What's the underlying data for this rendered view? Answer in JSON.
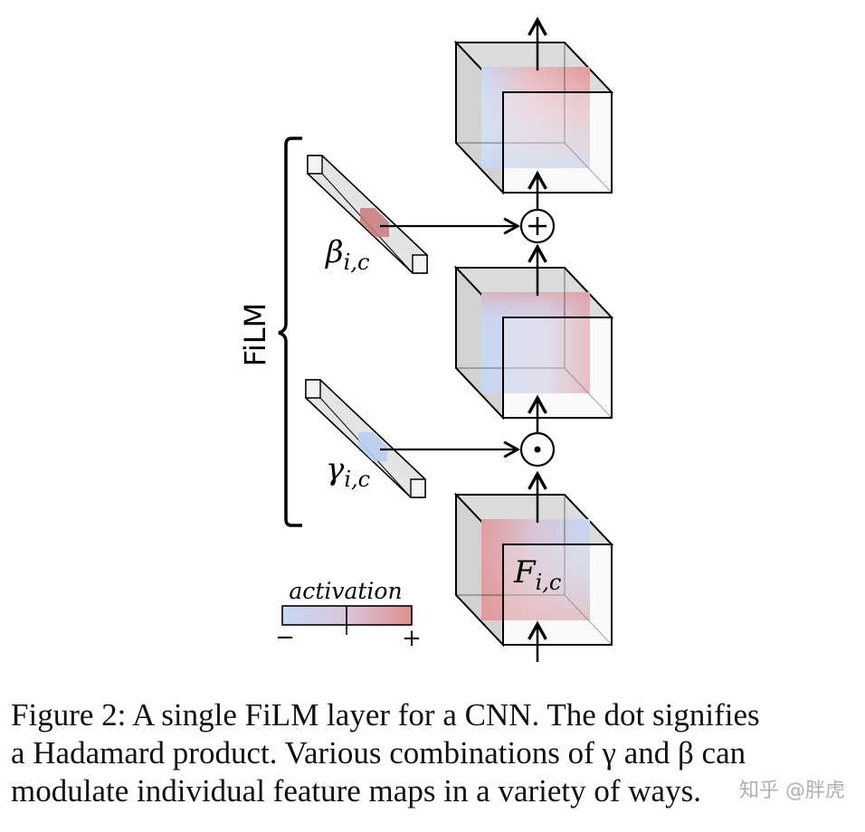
{
  "diagram": {
    "film_label": "FiLM",
    "beta_label": {
      "base": "β",
      "sub": "i,c"
    },
    "gamma_label": {
      "base": "γ",
      "sub": "i,c"
    },
    "feature_label": {
      "base": "F",
      "sub": "i,c"
    },
    "add_operator": "+",
    "hadamard_operator": "⊙",
    "legend": {
      "title": "activation",
      "minus": "−",
      "plus": "+"
    },
    "colors": {
      "negative": "#c7d8f2",
      "positive": "#df9a9a",
      "outline": "#000000"
    }
  },
  "caption": {
    "line1": "Figure 2: A single FiLM layer for a CNN. The dot signifies",
    "line2": "a Hadamard product. Various combinations of γ and β can",
    "line3": "modulate individual feature maps in a variety of ways."
  },
  "watermark": "知乎 @胖虎"
}
